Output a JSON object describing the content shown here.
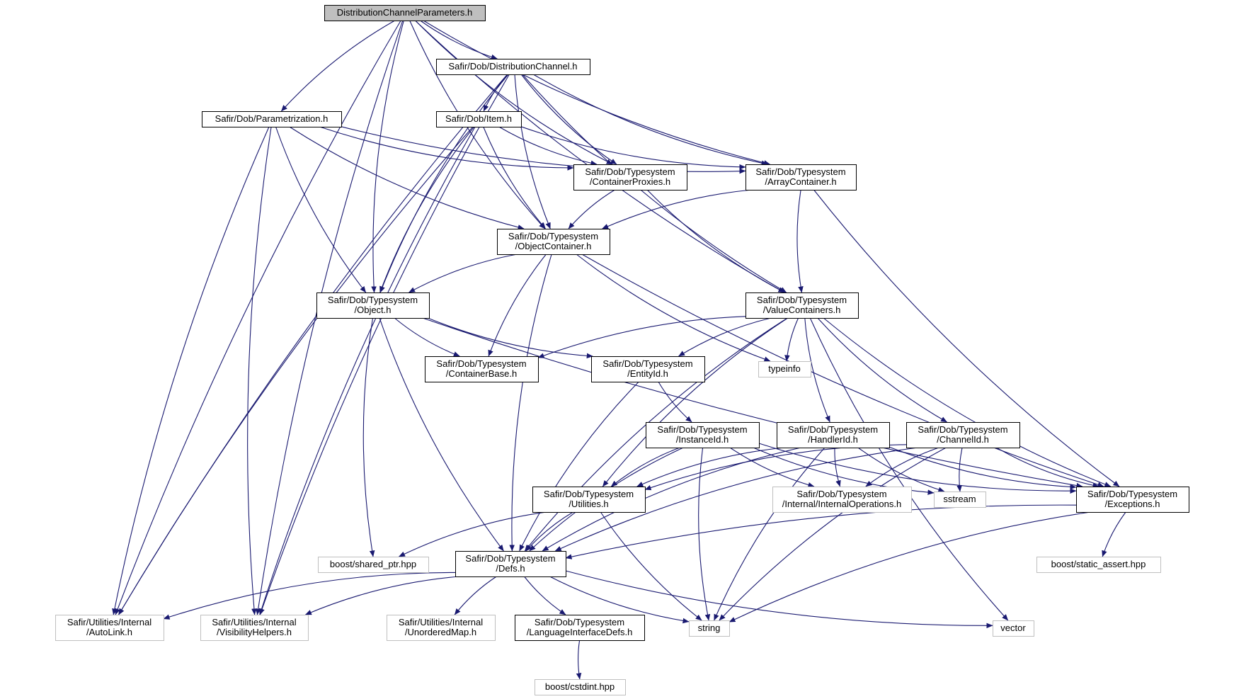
{
  "diagram": {
    "nodes": [
      {
        "id": "root",
        "kind": "root",
        "lines": [
          "DistributionChannelParameters.h"
        ]
      },
      {
        "id": "distchan",
        "kind": "header",
        "lines": [
          "Safir/Dob/DistributionChannel.h"
        ]
      },
      {
        "id": "param",
        "kind": "header",
        "lines": [
          "Safir/Dob/Parametrization.h"
        ]
      },
      {
        "id": "item",
        "kind": "header",
        "lines": [
          "Safir/Dob/Item.h"
        ]
      },
      {
        "id": "contprox",
        "kind": "header",
        "lines": [
          "Safir/Dob/Typesystem",
          "/ContainerProxies.h"
        ]
      },
      {
        "id": "arrcont",
        "kind": "header",
        "lines": [
          "Safir/Dob/Typesystem",
          "/ArrayContainer.h"
        ]
      },
      {
        "id": "objcont",
        "kind": "header",
        "lines": [
          "Safir/Dob/Typesystem",
          "/ObjectContainer.h"
        ]
      },
      {
        "id": "object",
        "kind": "header",
        "lines": [
          "Safir/Dob/Typesystem",
          "/Object.h"
        ]
      },
      {
        "id": "valcont",
        "kind": "header",
        "lines": [
          "Safir/Dob/Typesystem",
          "/ValueContainers.h"
        ]
      },
      {
        "id": "contbase",
        "kind": "header",
        "lines": [
          "Safir/Dob/Typesystem",
          "/ContainerBase.h"
        ]
      },
      {
        "id": "entityid",
        "kind": "header",
        "lines": [
          "Safir/Dob/Typesystem",
          "/EntityId.h"
        ]
      },
      {
        "id": "typeinfo",
        "kind": "external",
        "lines": [
          "typeinfo"
        ]
      },
      {
        "id": "instid",
        "kind": "header",
        "lines": [
          "Safir/Dob/Typesystem",
          "/InstanceId.h"
        ]
      },
      {
        "id": "handlerid",
        "kind": "header",
        "lines": [
          "Safir/Dob/Typesystem",
          "/HandlerId.h"
        ]
      },
      {
        "id": "channelid",
        "kind": "header",
        "lines": [
          "Safir/Dob/Typesystem",
          "/ChannelId.h"
        ]
      },
      {
        "id": "utilities",
        "kind": "header",
        "lines": [
          "Safir/Dob/Typesystem",
          "/Utilities.h"
        ]
      },
      {
        "id": "intops",
        "kind": "external",
        "lines": [
          "Safir/Dob/Typesystem",
          "/Internal/InternalOperations.h"
        ]
      },
      {
        "id": "sstream",
        "kind": "external",
        "lines": [
          "sstream"
        ]
      },
      {
        "id": "exceptions",
        "kind": "header",
        "lines": [
          "Safir/Dob/Typesystem",
          "/Exceptions.h"
        ]
      },
      {
        "id": "sharedptr",
        "kind": "external",
        "lines": [
          "boost/shared_ptr.hpp"
        ]
      },
      {
        "id": "defs",
        "kind": "header",
        "lines": [
          "Safir/Dob/Typesystem",
          "/Defs.h"
        ]
      },
      {
        "id": "staticassert",
        "kind": "external",
        "lines": [
          "boost/static_assert.hpp"
        ]
      },
      {
        "id": "autolink",
        "kind": "external",
        "lines": [
          "Safir/Utilities/Internal",
          "/AutoLink.h"
        ]
      },
      {
        "id": "vishelp",
        "kind": "external",
        "lines": [
          "Safir/Utilities/Internal",
          "/VisibilityHelpers.h"
        ]
      },
      {
        "id": "unordmap",
        "kind": "external",
        "lines": [
          "Safir/Utilities/Internal",
          "/UnorderedMap.h"
        ]
      },
      {
        "id": "langif",
        "kind": "header",
        "lines": [
          "Safir/Dob/Typesystem",
          "/LanguageInterfaceDefs.h"
        ]
      },
      {
        "id": "string",
        "kind": "external",
        "lines": [
          "string"
        ]
      },
      {
        "id": "vector",
        "kind": "external",
        "lines": [
          "vector"
        ]
      },
      {
        "id": "cstdint",
        "kind": "external",
        "lines": [
          "boost/cstdint.hpp"
        ]
      }
    ],
    "edges": [
      [
        "root",
        "distchan"
      ],
      [
        "root",
        "param"
      ],
      [
        "root",
        "contprox"
      ],
      [
        "root",
        "arrcont"
      ],
      [
        "root",
        "objcont"
      ],
      [
        "root",
        "object"
      ],
      [
        "root",
        "valcont"
      ],
      [
        "root",
        "autolink"
      ],
      [
        "root",
        "vishelp"
      ],
      [
        "distchan",
        "item"
      ],
      [
        "distchan",
        "contprox"
      ],
      [
        "distchan",
        "arrcont"
      ],
      [
        "distchan",
        "objcont"
      ],
      [
        "distchan",
        "object"
      ],
      [
        "distchan",
        "valcont"
      ],
      [
        "distchan",
        "autolink"
      ],
      [
        "distchan",
        "vishelp"
      ],
      [
        "param",
        "contprox"
      ],
      [
        "param",
        "arrcont"
      ],
      [
        "param",
        "objcont"
      ],
      [
        "param",
        "object"
      ],
      [
        "param",
        "autolink"
      ],
      [
        "param",
        "vishelp"
      ],
      [
        "item",
        "contprox"
      ],
      [
        "item",
        "arrcont"
      ],
      [
        "item",
        "objcont"
      ],
      [
        "item",
        "object"
      ],
      [
        "item",
        "autolink"
      ],
      [
        "item",
        "vishelp"
      ],
      [
        "contprox",
        "objcont"
      ],
      [
        "contprox",
        "valcont"
      ],
      [
        "arrcont",
        "objcont"
      ],
      [
        "arrcont",
        "valcont"
      ],
      [
        "arrcont",
        "exceptions"
      ],
      [
        "objcont",
        "object"
      ],
      [
        "objcont",
        "contbase"
      ],
      [
        "objcont",
        "typeinfo"
      ],
      [
        "objcont",
        "exceptions"
      ],
      [
        "objcont",
        "defs"
      ],
      [
        "object",
        "contbase"
      ],
      [
        "object",
        "entityid"
      ],
      [
        "object",
        "exceptions"
      ],
      [
        "object",
        "sharedptr"
      ],
      [
        "object",
        "defs"
      ],
      [
        "valcont",
        "contbase"
      ],
      [
        "valcont",
        "entityid"
      ],
      [
        "valcont",
        "typeinfo"
      ],
      [
        "valcont",
        "handlerid"
      ],
      [
        "valcont",
        "channelid"
      ],
      [
        "valcont",
        "utilities"
      ],
      [
        "valcont",
        "exceptions"
      ],
      [
        "valcont",
        "defs"
      ],
      [
        "valcont",
        "vector"
      ],
      [
        "entityid",
        "instid"
      ],
      [
        "entityid",
        "defs"
      ],
      [
        "instid",
        "utilities"
      ],
      [
        "instid",
        "intops"
      ],
      [
        "instid",
        "sstream"
      ],
      [
        "instid",
        "exceptions"
      ],
      [
        "instid",
        "defs"
      ],
      [
        "instid",
        "string"
      ],
      [
        "handlerid",
        "utilities"
      ],
      [
        "handlerid",
        "intops"
      ],
      [
        "handlerid",
        "sstream"
      ],
      [
        "handlerid",
        "exceptions"
      ],
      [
        "handlerid",
        "defs"
      ],
      [
        "handlerid",
        "string"
      ],
      [
        "channelid",
        "utilities"
      ],
      [
        "channelid",
        "intops"
      ],
      [
        "channelid",
        "sstream"
      ],
      [
        "channelid",
        "exceptions"
      ],
      [
        "channelid",
        "defs"
      ],
      [
        "channelid",
        "string"
      ],
      [
        "utilities",
        "sharedptr"
      ],
      [
        "utilities",
        "defs"
      ],
      [
        "utilities",
        "string"
      ],
      [
        "exceptions",
        "defs"
      ],
      [
        "exceptions",
        "staticassert"
      ],
      [
        "exceptions",
        "string"
      ],
      [
        "defs",
        "autolink"
      ],
      [
        "defs",
        "vishelp"
      ],
      [
        "defs",
        "unordmap"
      ],
      [
        "defs",
        "langif"
      ],
      [
        "defs",
        "string"
      ],
      [
        "defs",
        "vector"
      ],
      [
        "langif",
        "cstdint"
      ]
    ]
  }
}
